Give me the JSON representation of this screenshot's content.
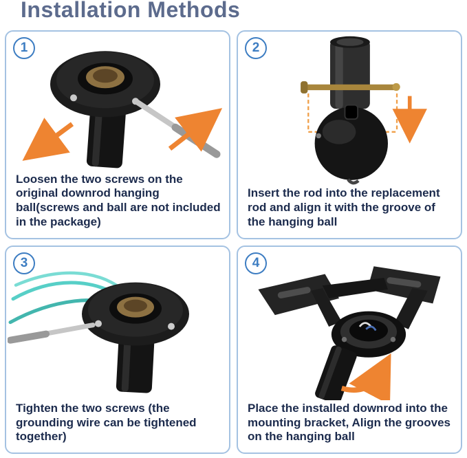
{
  "page": {
    "title": "Installation Methods",
    "colors": {
      "title": "#5c6b8d",
      "panel_border": "#a4c2e2",
      "step_number_blue": "#3d7dc2",
      "caption_text": "#1c2b4d",
      "arrow_orange": "#ee8431",
      "grounding_wire_teal": "#57cfc7",
      "brass_pin": "#a8863c"
    }
  },
  "steps": [
    {
      "number": "1",
      "text": "Loosen the two screws on the original downrod hanging ball(screws and ball are not included in the package)",
      "illustration": "hanging-ball-screwdriver-loosen-photo"
    },
    {
      "number": "2",
      "text": "Insert the rod into the replacement rod and align it with the groove of the hanging ball",
      "illustration": "rod-pin-groove-alignment-photo"
    },
    {
      "number": "3",
      "text": "Tighten the two screws (the grounding wire can be tightened together)",
      "illustration": "hanging-ball-screwdriver-tighten-wire-photo"
    },
    {
      "number": "4",
      "text": "Place the installed downrod into the mounting bracket, Align the grooves on the hanging ball",
      "illustration": "downrod-into-mounting-bracket-photo"
    }
  ]
}
